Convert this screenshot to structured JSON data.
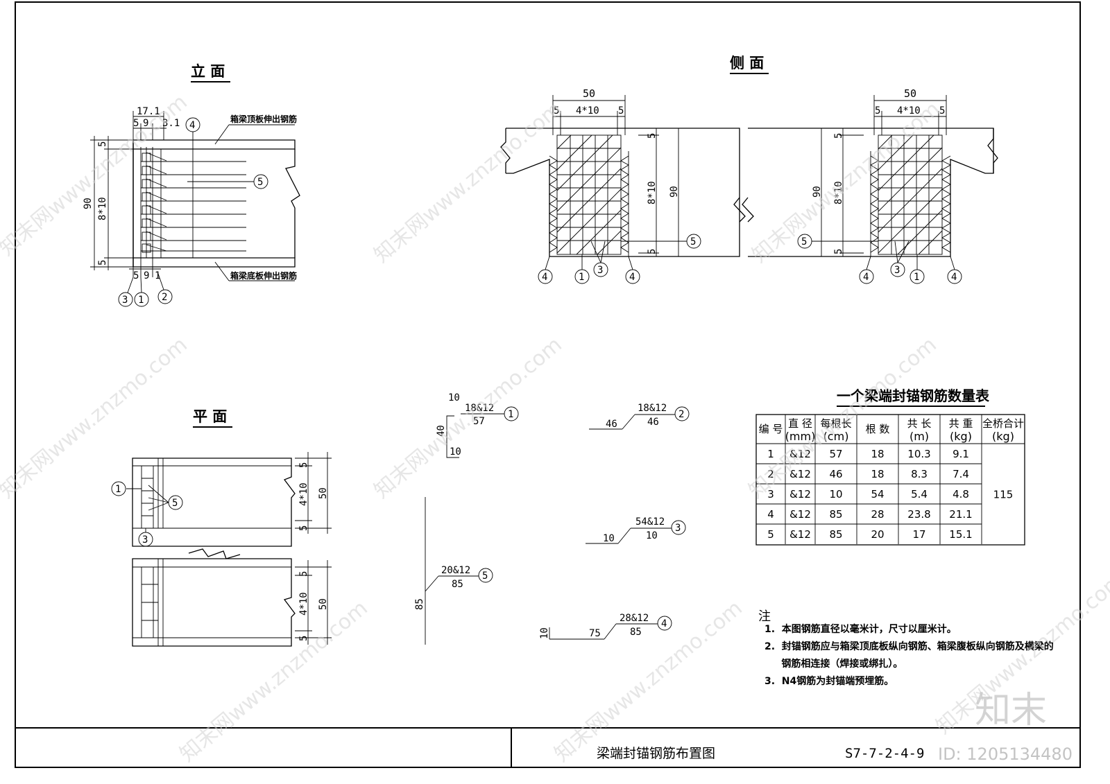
{
  "views": {
    "elevation_title": "立 面",
    "side_title": "侧 面",
    "plan_title": "平 面"
  },
  "elevation": {
    "dim_top_total": "17.1",
    "dim_top_5": "5",
    "dim_top_9": "9",
    "dim_top_3_1": "3.1",
    "dim_bot_5": "5",
    "dim_bot_9": "9",
    "dim_bot_1": "1",
    "dim_90": "90",
    "dim_8x10": "8*10",
    "dim_5_top": "5",
    "dim_5_bot": "5",
    "label_top": "箱梁顶板伸出钢筋",
    "label_bottom": "箱梁底板伸出钢筋",
    "mark_4": "4",
    "mark_5": "5",
    "mark_3": "3",
    "mark_1": "1",
    "mark_2": "2"
  },
  "side": {
    "dim_50": "50",
    "dim_5a": "5",
    "dim_4x10": "4*10",
    "dim_5b": "5",
    "dim_5_top": "5",
    "dim_8x10": "8*10",
    "dim_90": "90",
    "dim_5_bot": "5",
    "mark_4": "4",
    "mark_1": "1",
    "mark_3": "3",
    "mark_5": "5"
  },
  "plan": {
    "dim_5a": "5",
    "dim_4x10": "4*10",
    "dim_50": "50",
    "dim_5b": "5",
    "mark_1": "1",
    "mark_5": "5",
    "mark_3": "3"
  },
  "shapes": {
    "s1_top": "10",
    "s1_label": "18&12",
    "s1_len": "57",
    "s1_side": "40",
    "s1_bottom": "10",
    "s1_mark": "1",
    "s2_left": "46",
    "s2_label": "18&12",
    "s2_len": "46",
    "s2_mark": "2",
    "s3_left": "10",
    "s3_label": "54&12",
    "s3_len": "10",
    "s3_mark": "3",
    "s4_side": "10",
    "s4_left": "75",
    "s4_label": "28&12",
    "s4_len": "85",
    "s4_mark": "4",
    "s5_side": "85",
    "s5_label": "20&12",
    "s5_len": "85",
    "s5_mark": "5"
  },
  "table": {
    "title": "一个梁端封锚钢筋数量表",
    "headers": [
      "编 号",
      "直 径\n(mm)",
      "每根长\n(cm)",
      "根 数",
      "共 长\n(m)",
      "共 重\n(kg)",
      "全桥合计\n(kg)"
    ],
    "rows": [
      [
        "1",
        "&12",
        "57",
        "18",
        "10.3",
        "9.1"
      ],
      [
        "2",
        "&12",
        "46",
        "18",
        "8.3",
        "7.4"
      ],
      [
        "3",
        "&12",
        "10",
        "54",
        "5.4",
        "4.8"
      ],
      [
        "4",
        "&12",
        "85",
        "28",
        "23.8",
        "21.1"
      ],
      [
        "5",
        "&12",
        "85",
        "20",
        "17",
        "15.1"
      ]
    ],
    "total": "115"
  },
  "notes": {
    "title": "注",
    "lines": [
      "1.  本图钢筋直径以毫米计，尺寸以厘米计。",
      "2.  封锚钢筋应与箱梁顶底板纵向钢筋、箱梁腹板纵向钢筋及横梁的",
      "     钢筋相连接（焊接或绑扎）。",
      "3.  N4钢筋为封锚端预埋筋。"
    ]
  },
  "title_block": {
    "drawing_title": "梁端封锚钢筋布置图",
    "drawing_number": "S7-7-2-4-9"
  },
  "watermark": {
    "text": "知末网www.znzmo.com",
    "brand": "知末",
    "id": "ID: 1205134480"
  }
}
